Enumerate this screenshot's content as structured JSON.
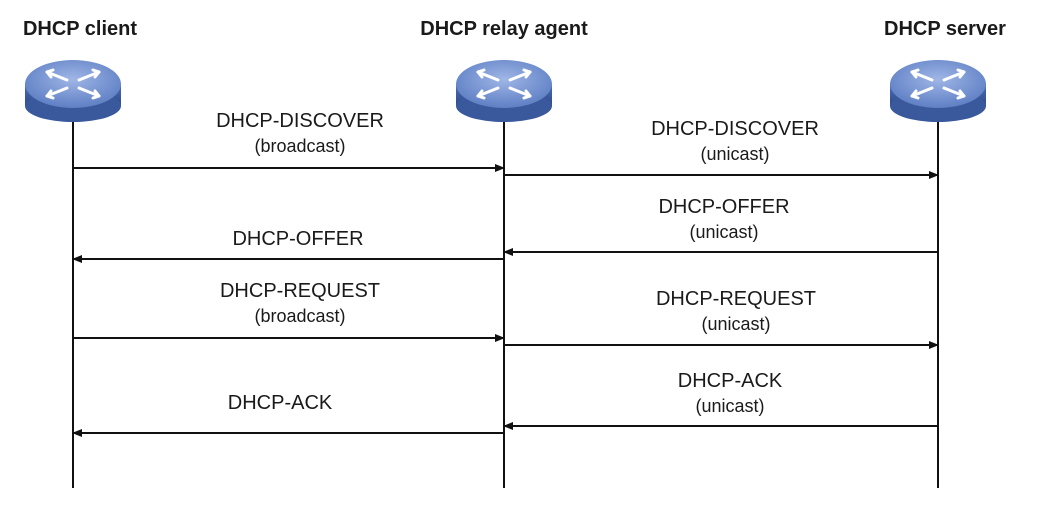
{
  "actors": {
    "client": {
      "label": "DHCP client",
      "icon": "router-icon"
    },
    "relay": {
      "label": "DHCP relay agent",
      "icon": "router-icon"
    },
    "server": {
      "label": "DHCP server",
      "icon": "router-icon"
    }
  },
  "messages": {
    "m1": {
      "name": "DHCP-DISCOVER",
      "mode": "(broadcast)",
      "from": "client",
      "to": "relay"
    },
    "m2": {
      "name": "DHCP-DISCOVER",
      "mode": "(unicast)",
      "from": "relay",
      "to": "server"
    },
    "m3": {
      "name": "DHCP-OFFER",
      "mode": "(unicast)",
      "from": "server",
      "to": "relay"
    },
    "m4": {
      "name": "DHCP-OFFER",
      "from": "relay",
      "to": "client"
    },
    "m5": {
      "name": "DHCP-REQUEST",
      "mode": "(broadcast)",
      "from": "client",
      "to": "relay"
    },
    "m6": {
      "name": "DHCP-REQUEST",
      "mode": "(unicast)",
      "from": "relay",
      "to": "server"
    },
    "m7": {
      "name": "DHCP-ACK",
      "mode": "(unicast)",
      "from": "server",
      "to": "relay"
    },
    "m8": {
      "name": "DHCP-ACK",
      "from": "relay",
      "to": "client"
    }
  },
  "colors": {
    "router_top": "#6e8fd0",
    "router_side": "#3f5fa8",
    "line": "#111111"
  }
}
